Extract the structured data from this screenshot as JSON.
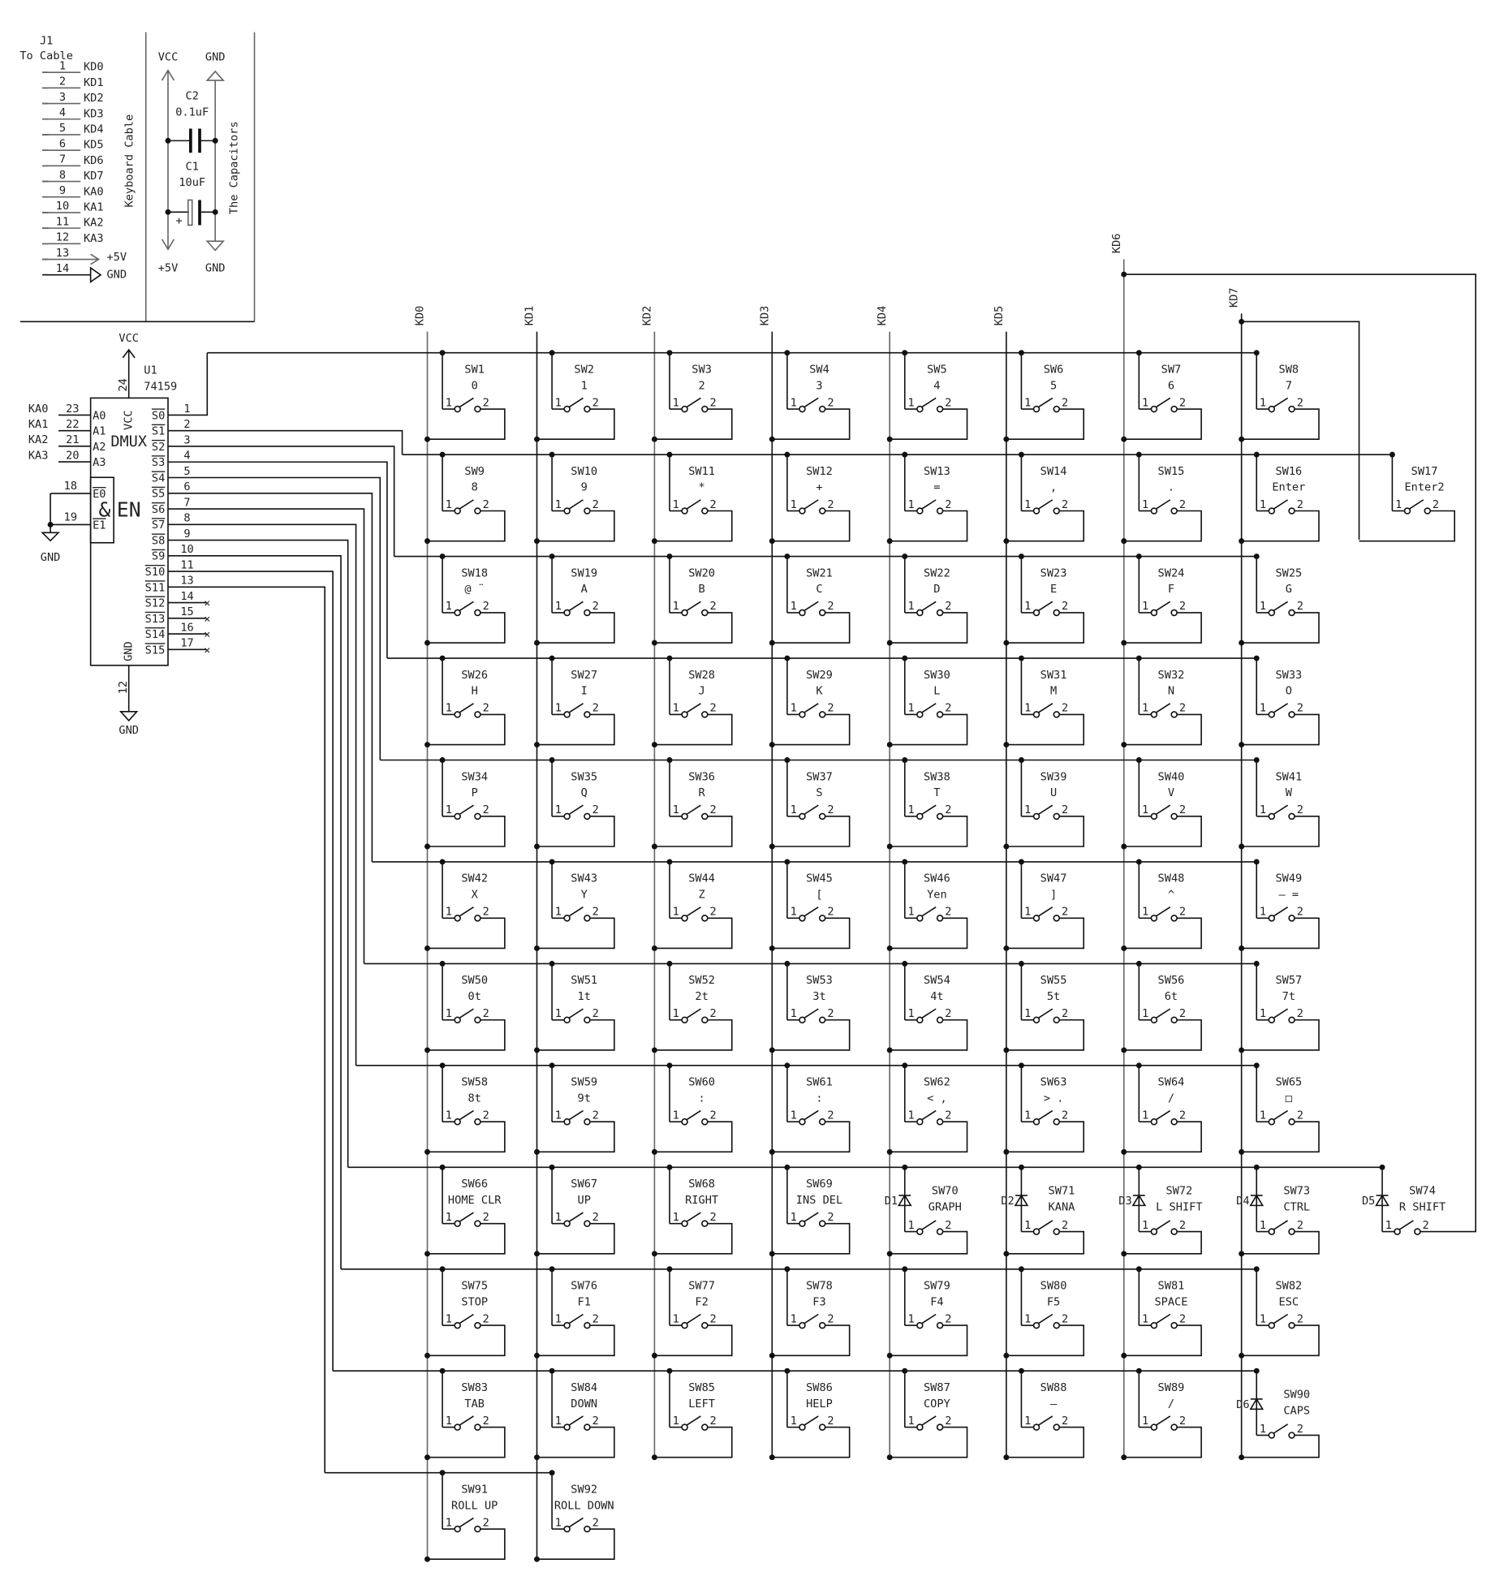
{
  "j1": {
    "ref": "J1",
    "value": "To Cable",
    "group_label": "Keyboard Cable",
    "pins": [
      {
        "num": "1",
        "label": "KD0"
      },
      {
        "num": "2",
        "label": "KD1"
      },
      {
        "num": "3",
        "label": "KD2"
      },
      {
        "num": "4",
        "label": "KD3"
      },
      {
        "num": "5",
        "label": "KD4"
      },
      {
        "num": "6",
        "label": "KD5"
      },
      {
        "num": "7",
        "label": "KD6"
      },
      {
        "num": "8",
        "label": "KD7"
      },
      {
        "num": "9",
        "label": "KA0"
      },
      {
        "num": "10",
        "label": "KA1"
      },
      {
        "num": "11",
        "label": "KA2"
      },
      {
        "num": "12",
        "label": "KA3"
      },
      {
        "num": "13",
        "label": "+5V"
      },
      {
        "num": "14",
        "label": "GND"
      }
    ]
  },
  "caps": {
    "group_label": "The Capacitors",
    "vcc": "VCC",
    "gnd": "GND",
    "p5v": "+5V",
    "c2": {
      "ref": "C2",
      "value": "0.1uF"
    },
    "c1": {
      "ref": "C1",
      "value": "10uF",
      "plus": "+"
    }
  },
  "u1": {
    "ref": "U1",
    "part": "74159",
    "func": "DMUX",
    "amp": "&",
    "en": "EN",
    "vcc": "VCC",
    "gnd": "GND",
    "vcc_pin": "24",
    "gnd_pin": "12",
    "inputs": [
      {
        "net": "KA0",
        "pin": "23",
        "name": "A0"
      },
      {
        "net": "KA1",
        "pin": "22",
        "name": "A1"
      },
      {
        "net": "KA2",
        "pin": "21",
        "name": "A2"
      },
      {
        "net": "KA3",
        "pin": "20",
        "name": "A3"
      }
    ],
    "enables": [
      {
        "pin": "18",
        "name": "E0"
      },
      {
        "pin": "19",
        "name": "E1"
      }
    ],
    "enable_gnd": "GND",
    "outputs": [
      {
        "name": "S0",
        "pin": "1"
      },
      {
        "name": "S1",
        "pin": "2"
      },
      {
        "name": "S2",
        "pin": "3"
      },
      {
        "name": "S3",
        "pin": "4"
      },
      {
        "name": "S4",
        "pin": "5"
      },
      {
        "name": "S5",
        "pin": "6"
      },
      {
        "name": "S6",
        "pin": "7"
      },
      {
        "name": "S7",
        "pin": "8"
      },
      {
        "name": "S8",
        "pin": "9"
      },
      {
        "name": "S9",
        "pin": "10"
      },
      {
        "name": "S10",
        "pin": "11"
      },
      {
        "name": "S11",
        "pin": "13"
      },
      {
        "name": "S12",
        "pin": "14"
      },
      {
        "name": "S13",
        "pin": "15"
      },
      {
        "name": "S14",
        "pin": "16"
      },
      {
        "name": "S15",
        "pin": "17"
      }
    ]
  },
  "columns": [
    "KD0",
    "KD1",
    "KD2",
    "KD3",
    "KD4",
    "KD5",
    "KD6",
    "KD7"
  ],
  "rows": [
    [
      {
        "ref": "SW1",
        "key": "0"
      },
      {
        "ref": "SW2",
        "key": "1"
      },
      {
        "ref": "SW3",
        "key": "2"
      },
      {
        "ref": "SW4",
        "key": "3"
      },
      {
        "ref": "SW5",
        "key": "4"
      },
      {
        "ref": "SW6",
        "key": "5"
      },
      {
        "ref": "SW7",
        "key": "6"
      },
      {
        "ref": "SW8",
        "key": "7"
      }
    ],
    [
      {
        "ref": "SW9",
        "key": "8"
      },
      {
        "ref": "SW10",
        "key": "9"
      },
      {
        "ref": "SW11",
        "key": "*"
      },
      {
        "ref": "SW12",
        "key": "+"
      },
      {
        "ref": "SW13",
        "key": "="
      },
      {
        "ref": "SW14",
        "key": ","
      },
      {
        "ref": "SW15",
        "key": "."
      },
      {
        "ref": "SW16",
        "key": "Enter"
      },
      {
        "ref": "SW17",
        "key": "Enter2"
      }
    ],
    [
      {
        "ref": "SW18",
        "key": "@ ¨"
      },
      {
        "ref": "SW19",
        "key": "A"
      },
      {
        "ref": "SW20",
        "key": "B"
      },
      {
        "ref": "SW21",
        "key": "C"
      },
      {
        "ref": "SW22",
        "key": "D"
      },
      {
        "ref": "SW23",
        "key": "E"
      },
      {
        "ref": "SW24",
        "key": "F"
      },
      {
        "ref": "SW25",
        "key": "G"
      }
    ],
    [
      {
        "ref": "SW26",
        "key": "H"
      },
      {
        "ref": "SW27",
        "key": "I"
      },
      {
        "ref": "SW28",
        "key": "J"
      },
      {
        "ref": "SW29",
        "key": "K"
      },
      {
        "ref": "SW30",
        "key": "L"
      },
      {
        "ref": "SW31",
        "key": "M"
      },
      {
        "ref": "SW32",
        "key": "N"
      },
      {
        "ref": "SW33",
        "key": "O"
      }
    ],
    [
      {
        "ref": "SW34",
        "key": "P"
      },
      {
        "ref": "SW35",
        "key": "Q"
      },
      {
        "ref": "SW36",
        "key": "R"
      },
      {
        "ref": "SW37",
        "key": "S"
      },
      {
        "ref": "SW38",
        "key": "T"
      },
      {
        "ref": "SW39",
        "key": "U"
      },
      {
        "ref": "SW40",
        "key": "V"
      },
      {
        "ref": "SW41",
        "key": "W"
      }
    ],
    [
      {
        "ref": "SW42",
        "key": "X"
      },
      {
        "ref": "SW43",
        "key": "Y"
      },
      {
        "ref": "SW44",
        "key": "Z"
      },
      {
        "ref": "SW45",
        "key": "["
      },
      {
        "ref": "SW46",
        "key": "Yen"
      },
      {
        "ref": "SW47",
        "key": "]"
      },
      {
        "ref": "SW48",
        "key": "^"
      },
      {
        "ref": "SW49",
        "key": "— ="
      }
    ],
    [
      {
        "ref": "SW50",
        "key": "0t"
      },
      {
        "ref": "SW51",
        "key": "1t"
      },
      {
        "ref": "SW52",
        "key": "2t"
      },
      {
        "ref": "SW53",
        "key": "3t"
      },
      {
        "ref": "SW54",
        "key": "4t"
      },
      {
        "ref": "SW55",
        "key": "5t"
      },
      {
        "ref": "SW56",
        "key": "6t"
      },
      {
        "ref": "SW57",
        "key": "7t"
      }
    ],
    [
      {
        "ref": "SW58",
        "key": "8t"
      },
      {
        "ref": "SW59",
        "key": "9t"
      },
      {
        "ref": "SW60",
        "key": ":"
      },
      {
        "ref": "SW61",
        "key": ":"
      },
      {
        "ref": "SW62",
        "key": "< ,"
      },
      {
        "ref": "SW63",
        "key": "> ."
      },
      {
        "ref": "SW64",
        "key": "/"
      },
      {
        "ref": "SW65",
        "key": "□"
      }
    ],
    [
      {
        "ref": "SW66",
        "key": "HOME CLR"
      },
      {
        "ref": "SW67",
        "key": "UP"
      },
      {
        "ref": "SW68",
        "key": "RIGHT"
      },
      {
        "ref": "SW69",
        "key": "INS DEL"
      },
      {
        "ref": "SW70",
        "key": "GRAPH",
        "diode": "D1"
      },
      {
        "ref": "SW71",
        "key": "KANA",
        "diode": "D2"
      },
      {
        "ref": "SW72",
        "key": "L SHIFT",
        "diode": "D3"
      },
      {
        "ref": "SW73",
        "key": "CTRL",
        "diode": "D4"
      },
      {
        "ref": "SW74",
        "key": "R SHIFT",
        "diode": "D5"
      }
    ],
    [
      {
        "ref": "SW75",
        "key": "STOP"
      },
      {
        "ref": "SW76",
        "key": "F1"
      },
      {
        "ref": "SW77",
        "key": "F2"
      },
      {
        "ref": "SW78",
        "key": "F3"
      },
      {
        "ref": "SW79",
        "key": "F4"
      },
      {
        "ref": "SW80",
        "key": "F5"
      },
      {
        "ref": "SW81",
        "key": "SPACE"
      },
      {
        "ref": "SW82",
        "key": "ESC"
      }
    ],
    [
      {
        "ref": "SW83",
        "key": "TAB"
      },
      {
        "ref": "SW84",
        "key": "DOWN"
      },
      {
        "ref": "SW85",
        "key": "LEFT"
      },
      {
        "ref": "SW86",
        "key": "HELP"
      },
      {
        "ref": "SW87",
        "key": "COPY"
      },
      {
        "ref": "SW88",
        "key": "—"
      },
      {
        "ref": "SW89",
        "key": "/"
      },
      {
        "ref": "SW90",
        "key": "CAPS",
        "diode": "D6"
      }
    ],
    [
      {
        "ref": "SW91",
        "key": "ROLL UP"
      },
      {
        "ref": "SW92",
        "key": "ROLL DOWN"
      }
    ]
  ],
  "switch_pins": {
    "p1": "1",
    "p2": "2"
  },
  "no_connect_mark": "×"
}
